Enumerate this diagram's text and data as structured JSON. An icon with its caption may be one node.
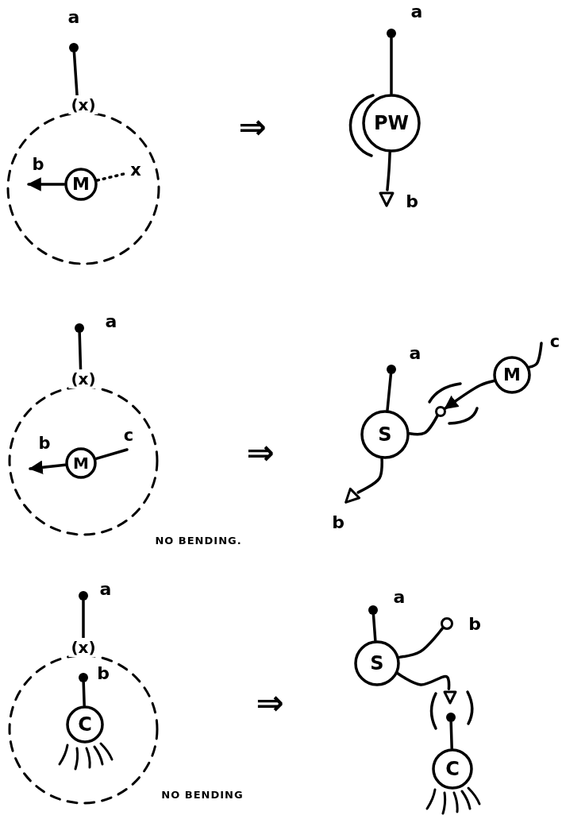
{
  "diagram": {
    "nodes": [
      {
        "text": [],
        "shape": "dot",
        "beside": [
          "a"
        ]
      },
      {
        "text": [
          "(x)"
        ]
      },
      {
        "text": [
          "M"
        ],
        "in": 1
      },
      {
        "text": [],
        "shape": "dot",
        "beside": [
          "a"
        ]
      },
      {
        "text": [
          "PW"
        ]
      },
      {
        "text": [],
        "shape": "triangle",
        "beside": [
          "b"
        ]
      },
      {
        "text": [],
        "shape": "dot",
        "beside": [
          "a"
        ]
      },
      {
        "text": [
          "(x)"
        ]
      },
      {
        "text": [
          "M"
        ],
        "in": 7
      },
      {
        "text": [],
        "shape": "dot",
        "beside": [
          "a"
        ]
      },
      {
        "text": [
          "S"
        ]
      },
      {
        "text": [],
        "shape": "triangle",
        "beside": [
          "b"
        ]
      },
      {
        "text": [],
        "shape": "circle"
      },
      {
        "text": [
          "M"
        ]
      },
      {
        "text": [],
        "shape": "dot",
        "beside": [
          "a"
        ]
      },
      {
        "text": [
          "(x)"
        ]
      },
      {
        "text": [],
        "shape": "dot",
        "beside": [
          "b"
        ],
        "in": 15
      },
      {
        "text": [
          "C"
        ],
        "in": 15
      },
      {
        "text": [],
        "shape": "dot",
        "beside": [
          "a"
        ]
      },
      {
        "text": [
          "S"
        ]
      },
      {
        "text": [],
        "shape": "circle",
        "beside": [
          "b"
        ]
      },
      {
        "text": [],
        "shape": "triangle"
      },
      {
        "text": [],
        "shape": "dot"
      },
      {
        "text": [
          "C"
        ]
      }
    ],
    "edges": [
      {
        "from": 0,
        "to": 1,
        "arrow": "none"
      },
      {
        "from": 2,
        "to": null,
        "arrow": "to",
        "label": "b"
      },
      {
        "from": 2,
        "to": null,
        "arrow": "none",
        "label": "x",
        "style": "dashed"
      },
      {
        "from": 3,
        "to": 4,
        "arrow": "none"
      },
      {
        "from": 4,
        "to": 5,
        "arrow": "none"
      },
      {
        "from": 6,
        "to": 7,
        "arrow": "none"
      },
      {
        "from": 8,
        "to": null,
        "arrow": "to",
        "label": "b"
      },
      {
        "from": 8,
        "to": null,
        "arrow": "none",
        "label": "c"
      },
      {
        "from": 9,
        "to": 10,
        "arrow": "none"
      },
      {
        "from": 10,
        "to": 11,
        "arrow": "none"
      },
      {
        "from": 10,
        "to": 12,
        "arrow": "none"
      },
      {
        "from": 13,
        "to": 12,
        "arrow": "to"
      },
      {
        "from": 13,
        "to": null,
        "arrow": "none",
        "label": "c"
      },
      {
        "from": 14,
        "to": 15,
        "arrow": "none"
      },
      {
        "from": 16,
        "to": 17,
        "arrow": "none"
      },
      {
        "from": 18,
        "to": 19,
        "arrow": "none"
      },
      {
        "from": 19,
        "to": 20,
        "arrow": "none"
      },
      {
        "from": 19,
        "to": 21,
        "arrow": "none"
      },
      {
        "from": 22,
        "to": 23,
        "arrow": "none"
      }
    ],
    "labels": [
      "⇒",
      "⇒",
      "NO BENDING.",
      "⇒",
      "NO BENDING"
    ]
  }
}
